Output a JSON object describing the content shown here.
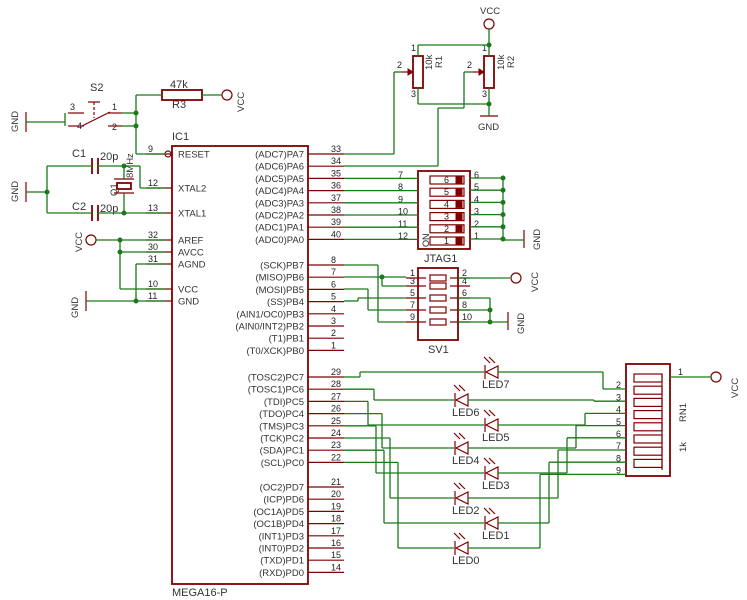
{
  "chip": {
    "ref": "IC1",
    "part": "MEGA16-P",
    "left_pins": [
      {
        "name": "RESET",
        "num": "9"
      },
      {
        "name": "XTAL2",
        "num": "12"
      },
      {
        "name": "XTAL1",
        "num": "13"
      },
      {
        "name": "AREF",
        "num": "32"
      },
      {
        "name": "AVCC",
        "num": "30"
      },
      {
        "name": "AGND",
        "num": "31"
      },
      {
        "name": "VCC",
        "num": "10"
      },
      {
        "name": "GND",
        "num": "11"
      }
    ],
    "right_pins": [
      {
        "name": "(ADC7)PA7",
        "num": "33"
      },
      {
        "name": "(ADC6)PA6",
        "num": "34"
      },
      {
        "name": "(ADC5)PA5",
        "num": "35"
      },
      {
        "name": "(ADC4)PA4",
        "num": "36"
      },
      {
        "name": "(ADC3)PA3",
        "num": "37"
      },
      {
        "name": "(ADC2)PA2",
        "num": "38"
      },
      {
        "name": "(ADC1)PA1",
        "num": "39"
      },
      {
        "name": "(ADC0)PA0",
        "num": "40"
      },
      {
        "name": "(SCK)PB7",
        "num": "8"
      },
      {
        "name": "(MISO)PB6",
        "num": "7"
      },
      {
        "name": "(MOSI)PB5",
        "num": "6"
      },
      {
        "name": "(SS)PB4",
        "num": "5"
      },
      {
        "name": "(AIN1/OC0)PB3",
        "num": "4"
      },
      {
        "name": "(AIN0/INT2)PB2",
        "num": "3"
      },
      {
        "name": "(T1)PB1",
        "num": "2"
      },
      {
        "name": "(T0/XCK)PB0",
        "num": "1"
      },
      {
        "name": "(TOSC2)PC7",
        "num": "29"
      },
      {
        "name": "(TOSC1)PC6",
        "num": "28"
      },
      {
        "name": "(TDI)PC5",
        "num": "27"
      },
      {
        "name": "(TDO)PC4",
        "num": "26"
      },
      {
        "name": "(TMS)PC3",
        "num": "25"
      },
      {
        "name": "(TCK)PC2",
        "num": "24"
      },
      {
        "name": "(SDA)PC1",
        "num": "23"
      },
      {
        "name": "(SCL)PC0",
        "num": "22"
      },
      {
        "name": "(OC2)PD7",
        "num": "21"
      },
      {
        "name": "(ICP)PD6",
        "num": "20"
      },
      {
        "name": "(OC1A)PD5",
        "num": "19"
      },
      {
        "name": "(OC1B)PD4",
        "num": "18"
      },
      {
        "name": "(INT1)PD3",
        "num": "17"
      },
      {
        "name": "(INT0)PD2",
        "num": "16"
      },
      {
        "name": "(TXD)PD1",
        "num": "15"
      },
      {
        "name": "(RXD)PD0",
        "num": "14"
      }
    ]
  },
  "power": {
    "vcc": "VCC",
    "gnd": "GND"
  },
  "switch_s2": {
    "ref": "S2",
    "pins": [
      "3",
      "4",
      "1",
      "2"
    ]
  },
  "resistor_r3": {
    "ref": "R3",
    "value": "47k"
  },
  "crystal": {
    "ref": "Q1",
    "freq": "8MHz"
  },
  "caps": [
    {
      "ref": "C1",
      "value": "20p"
    },
    {
      "ref": "C2",
      "value": "20p"
    }
  ],
  "pots": [
    {
      "ref": "R1",
      "value": "10k",
      "pins": [
        "1",
        "2",
        "3"
      ]
    },
    {
      "ref": "R2",
      "value": "10k",
      "pins": [
        "1",
        "2",
        "3"
      ]
    }
  ],
  "jtag": {
    "ref": "JTAG1",
    "left_nums": [
      "7",
      "8",
      "9",
      "10",
      "11",
      "12"
    ],
    "right_nums": [
      "6",
      "5",
      "4",
      "3",
      "2",
      "1"
    ],
    "on_label": "ON",
    "switch_nums": [
      "6",
      "5",
      "4",
      "3",
      "2",
      "1"
    ]
  },
  "header": {
    "ref": "SV1",
    "pins": [
      "1",
      "2",
      "3",
      "4",
      "5",
      "6",
      "7",
      "8",
      "9",
      "10"
    ]
  },
  "rn": {
    "ref": "RN1",
    "value": "1k",
    "pins": [
      "1",
      "2",
      "3",
      "4",
      "5",
      "6",
      "7",
      "8",
      "9"
    ]
  },
  "leds": [
    "LED7",
    "LED6",
    "LED5",
    "LED4",
    "LED3",
    "LED2",
    "LED1",
    "LED0"
  ]
}
